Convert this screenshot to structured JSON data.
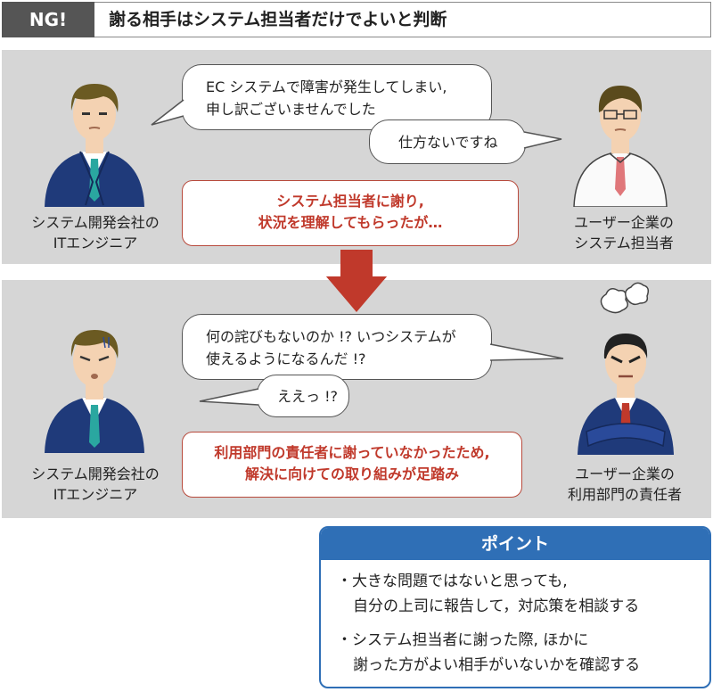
{
  "header": {
    "badge": "NG!",
    "title": "謝る相手はシステム担当者だけでよいと判断"
  },
  "scene1": {
    "left_label": [
      "システム開発会社の",
      "ITエンジニア"
    ],
    "right_label": [
      "ユーザー企業の",
      "システム担当者"
    ],
    "bubble_engineer": [
      "EC システムで障害が発生してしまい,",
      "申し訳ございませんでした"
    ],
    "bubble_user": "仕方ないですね",
    "callout": [
      "システム担当者に謝り,",
      "状況を理解してもらったが…"
    ]
  },
  "scene2": {
    "left_label": [
      "システム開発会社の",
      "ITエンジニア"
    ],
    "right_label": [
      "ユーザー企業の",
      "利用部門の責任者"
    ],
    "bubble_manager": [
      "何の詫びもないのか !? いつシステムが",
      "使えるようになるんだ !?"
    ],
    "bubble_engineer": "ええっ !?",
    "callout": [
      "利用部門の責任者に謝っていなかったため,",
      "解決に向けての取り組みが足踏み"
    ]
  },
  "point": {
    "title": "ポイント",
    "items": [
      [
        "・大きな問題ではないと思っても,",
        "自分の上司に報告して，対応策を相談する"
      ],
      [
        "・システム担当者に謝った際, ほかに",
        "謝った方がよい相手がいないかを確認する"
      ]
    ]
  },
  "colors": {
    "panel": "#d6d6d6",
    "accent_red": "#c0392b",
    "arrow_red": "#c0392b",
    "point_blue": "#2f6fb6",
    "suit_navy": "#1f3a7a"
  }
}
